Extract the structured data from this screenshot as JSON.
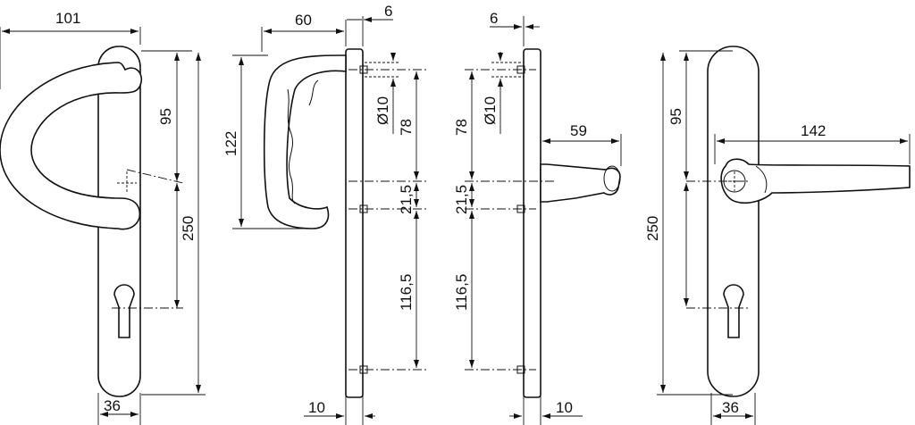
{
  "dimensions": {
    "knob_depth": "101",
    "knob_upper_span": "95",
    "knob_plate_length": "250",
    "knob_plate_width": "36",
    "side_handle_depth": "60",
    "side_plate_thickness": "6",
    "side_handle_height": "122",
    "side_hole_dia": "Ø10",
    "side_upper_spacing": "78",
    "side_mid_spacing": "21,5",
    "side_lower_spacing": "116,5",
    "side_bottom_offset": "10",
    "lever_side_thickness": "6",
    "lever_side_hole_dia": "Ø10",
    "lever_side_upper_spacing": "78",
    "lever_side_depth": "59",
    "lever_side_mid_spacing": "21,5",
    "lever_side_lower_spacing": "116,5",
    "lever_side_bottom_offset": "10",
    "lever_length": "142",
    "lever_upper_span": "95",
    "lever_plate_length": "250",
    "lever_plate_width": "36"
  }
}
